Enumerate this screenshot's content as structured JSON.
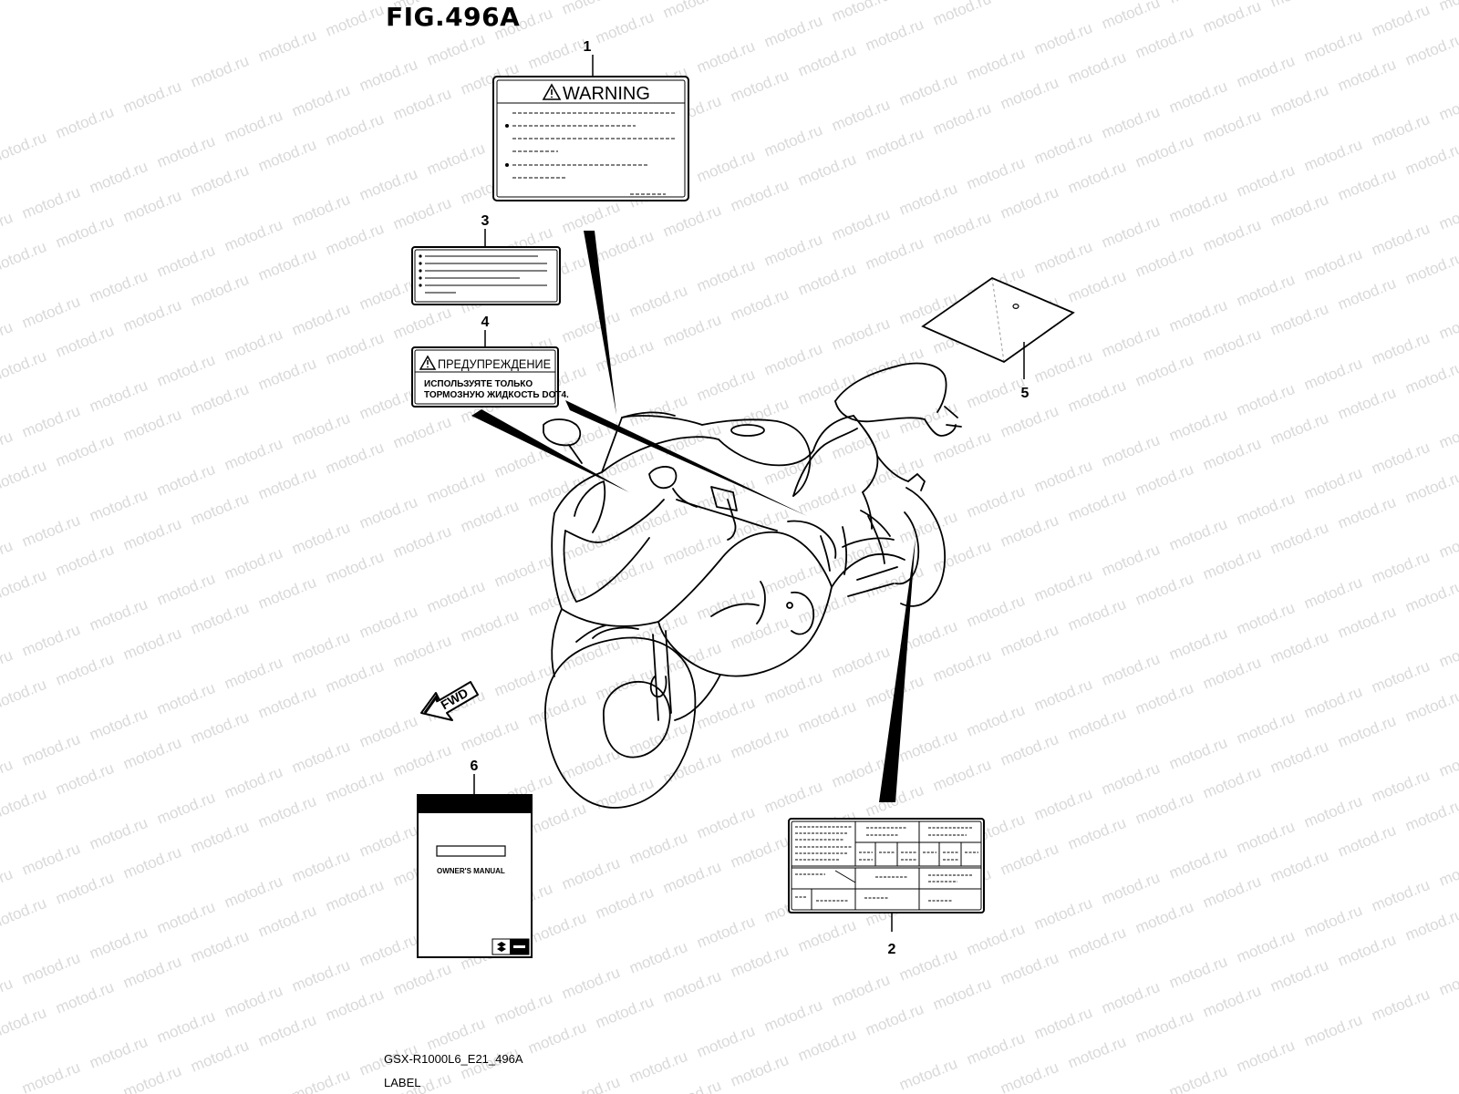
{
  "figure": {
    "title": "FIG.496A",
    "code": "GSX-R1000L6_E21_496A",
    "label": "LABEL"
  },
  "watermark": {
    "text": "motod.ru",
    "color": "#d9d9d9"
  },
  "callouts": [
    "1",
    "2",
    "3",
    "4",
    "5",
    "6"
  ],
  "labels": {
    "warning": {
      "title": "WARNING",
      "icon": "warning-triangle-icon"
    },
    "russian": {
      "title": "ПРЕДУПРЕЖДЕНИЕ",
      "line1": "ИСПОЛЬЗУЯТЕ ТОЛЬКО",
      "line2": "ТОРМОЗНУЮ ЖИДКОСТЬ DOT4.",
      "icon": "warning-triangle-icon"
    },
    "manual": {
      "title": "OWNER'S MANUAL",
      "logo": "suzuki-logo-icon"
    },
    "fwd": {
      "text": "FWD",
      "icon": "fwd-arrow-icon"
    }
  }
}
